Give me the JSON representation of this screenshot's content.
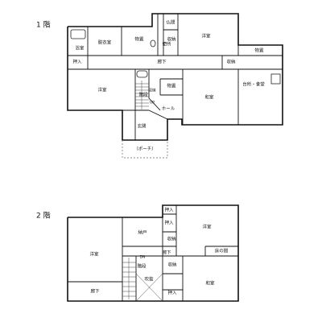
{
  "floor1": {
    "title": "1 階",
    "rooms": {
      "bath": "浴室",
      "dressing": "脱衣室",
      "storage1": "物置",
      "altar": "仏間",
      "toilet": "便所",
      "closet_a": "収納",
      "western_ne": "洋室",
      "storage_ne": "物置",
      "oshiire": "押入",
      "corridor": "廊下",
      "closet_b": "収納",
      "western_w": "洋室",
      "storage2": "物置",
      "stairs": "階段",
      "stair_closet": "収納",
      "up": "UP",
      "japanese": "和室",
      "kitchen": "台所・食堂",
      "hall": "ホール",
      "entrance": "玄関",
      "porch": "（ポーチ）"
    }
  },
  "floor2": {
    "title": "2 階",
    "rooms": {
      "oshiire_top": "押入",
      "oshiire_side": "押入",
      "western_ne": "洋室",
      "storeroom": "納戸",
      "closet_a": "収納",
      "western_w": "洋室",
      "dn": "DN",
      "corridor_mid": "廊下",
      "tokonoma": "床の間",
      "stairs": "階段",
      "closet_b": "収納",
      "fukinuke": "吹抜",
      "japanese": "和室",
      "corridor_bottom": "廊下",
      "oshiire_bottom": "押入"
    }
  }
}
